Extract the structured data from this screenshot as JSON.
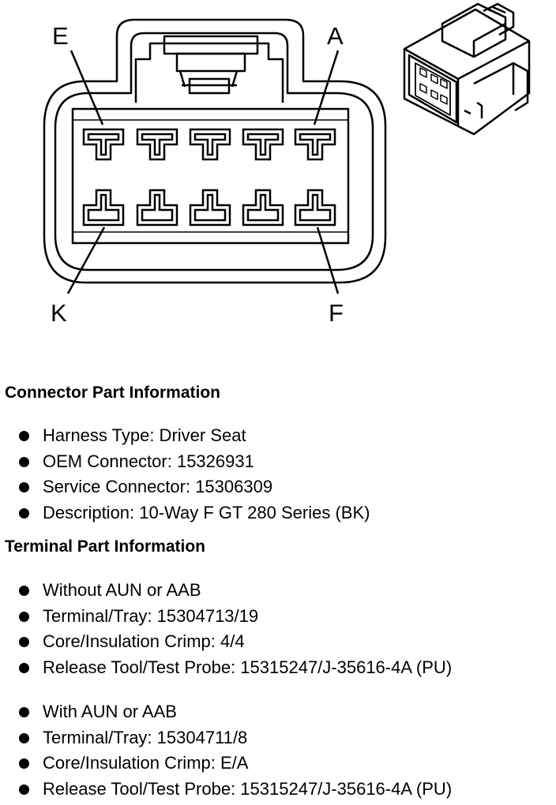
{
  "diagram": {
    "pin_labels": {
      "top_left": "E",
      "top_right": "A",
      "bottom_left": "K",
      "bottom_right": "F"
    }
  },
  "connector_info": {
    "title": "Connector Part Information",
    "items": [
      "Harness Type: Driver Seat",
      "OEM Connector: 15326931",
      "Service Connector: 15306309",
      "Description: 10-Way F GT 280 Series (BK)"
    ]
  },
  "terminal_info": {
    "title": "Terminal Part Information",
    "group1": [
      "Without AUN or AAB",
      "Terminal/Tray: 15304713/19",
      "Core/Insulation Crimp: 4/4",
      "Release Tool/Test Probe: 15315247/J-35616-4A (PU)"
    ],
    "group2": [
      "With AUN or AAB",
      "Terminal/Tray: 15304711/8",
      "Core/Insulation Crimp: E/A",
      "Release Tool/Test Probe: 15315247/J-35616-4A (PU)"
    ]
  }
}
